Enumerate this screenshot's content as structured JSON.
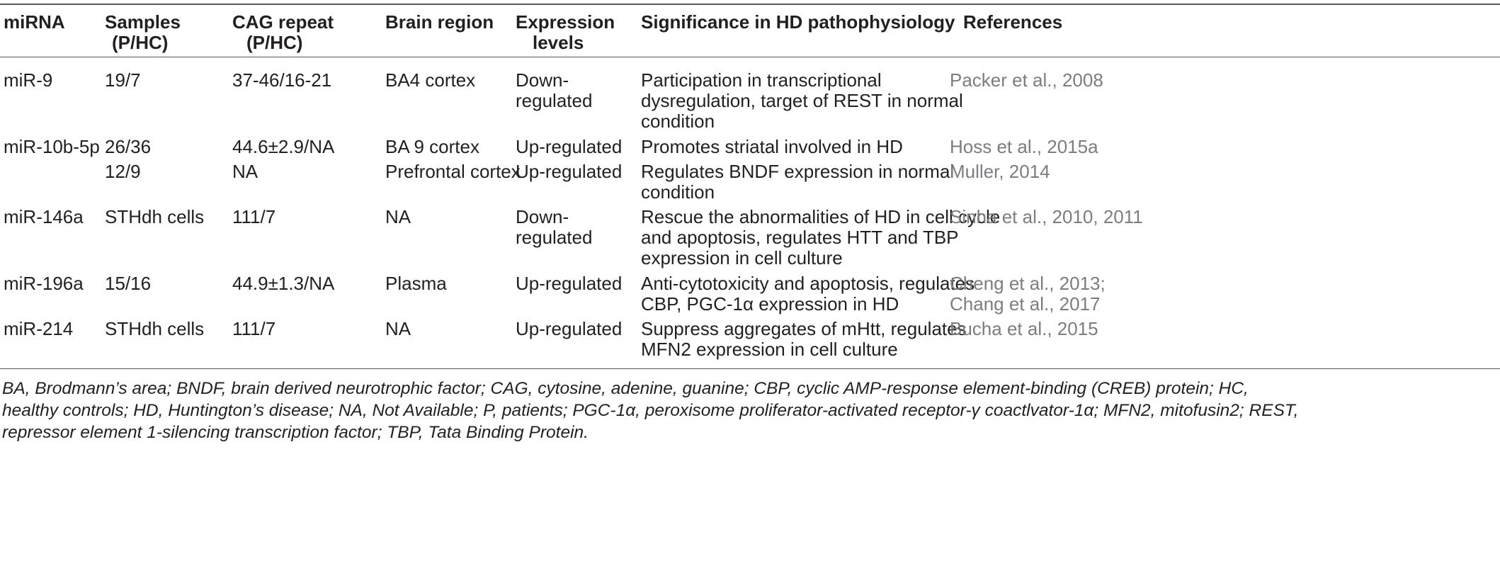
{
  "header": {
    "mirna": "miRNA",
    "samples_1": "Samples",
    "samples_2": "(P/HC)",
    "cag_1": "CAG repeat",
    "cag_2": "(P/HC)",
    "region": "Brain region",
    "expr_1": "Expression",
    "expr_2": "levels",
    "signif": "Significance in HD pathophysiology",
    "refs": "References"
  },
  "rows": [
    {
      "mirna": "miR-9",
      "samples": "19/7",
      "cag": "37-46/16-21",
      "region": "BA4 cortex",
      "expr": [
        "Down-",
        "regulated"
      ],
      "signif": [
        "Participation in transcriptional",
        "dysregulation, target of REST in normal",
        "condition"
      ],
      "refs": [
        "Packer et al., 2008"
      ]
    },
    {
      "mirna": "miR-10b-5p",
      "samples": "26/36",
      "cag": "44.6±2.9/NA",
      "region": "BA 9 cortex",
      "expr": [
        "Up-regulated"
      ],
      "signif": [
        "Promotes striatal involved in HD"
      ],
      "refs": [
        "Hoss et al., 2015a"
      ]
    },
    {
      "mirna": "",
      "samples": "12/9",
      "cag": "NA",
      "region": "Prefrontal cortex",
      "expr": [
        "Up-regulated"
      ],
      "signif": [
        "Regulates BNDF expression in normal",
        "condition"
      ],
      "refs": [
        "Muller, 2014"
      ]
    },
    {
      "mirna": "miR-146a",
      "samples": "STHdh cells",
      "cag": "111/7",
      "region": "NA",
      "expr": [
        "Down-",
        "regulated"
      ],
      "signif": [
        "Rescue the abnormalities of HD in cell cycle",
        "and apoptosis, regulates HTT and TBP",
        "expression in cell culture"
      ],
      "refs": [
        "Sinha et al., 2010, 2011"
      ]
    },
    {
      "mirna": "miR-196a",
      "samples": "15/16",
      "cag": "44.9±1.3/NA",
      "region": "Plasma",
      "expr": [
        "Up-regulated"
      ],
      "signif": [
        "Anti-cytotoxicity and apoptosis, regulates",
        "CBP, PGC-1α expression in HD"
      ],
      "refs": [
        "Cheng et al., 2013;",
        "Chang et al., 2017"
      ]
    },
    {
      "mirna": "miR-214",
      "samples": "STHdh cells",
      "cag": "111/7",
      "region": "NA",
      "expr": [
        "Up-regulated"
      ],
      "signif": [
        "Suppress aggregates of mHtt, regulates",
        "MFN2 expression in cell culture"
      ],
      "refs": [
        "Bucha et al., 2015"
      ]
    }
  ],
  "footnote": [
    "BA, Brodmann’s area; BNDF, brain derived neurotrophic factor; CAG, cytosine, adenine, guanine; CBP, cyclic AMP-response element-binding (CREB) protein; HC,",
    "healthy controls; HD, Huntington’s disease; NA, Not Available; P, patients; PGC-1α, peroxisome proliferator-activated receptor-γ coactlvator-1α; MFN2, mitofusin2; REST,",
    "repressor element 1-silencing transcription factor; TBP, Tata Binding Protein."
  ]
}
